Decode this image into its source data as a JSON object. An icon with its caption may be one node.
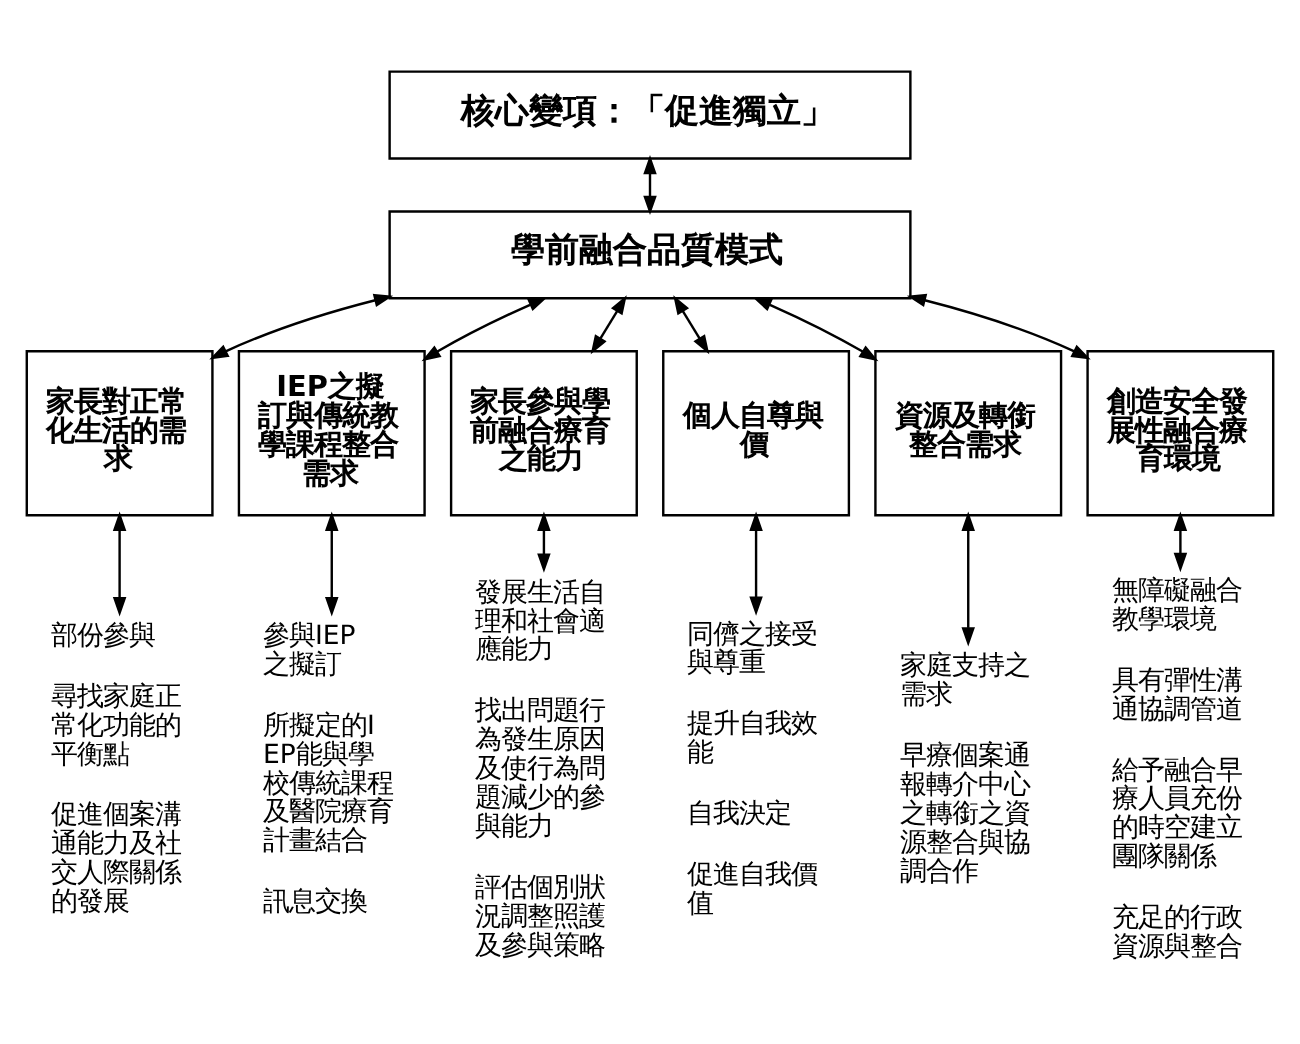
{
  "diagram": {
    "nodes": [
      {
        "text": [
          "核心變項：「促進獨立」"
        ]
      },
      {
        "text": [
          "學前融合品質模式"
        ]
      },
      {
        "text": [
          "家長對正常化生活的需求"
        ]
      },
      {
        "text": [
          "IEP之擬訂與傳統教學課程整合需求"
        ]
      },
      {
        "text": [
          "家長參與學前融合療育之能力"
        ]
      },
      {
        "text": [
          "個人自尊與價"
        ]
      },
      {
        "text": [
          "資源及轉銜整合需求"
        ]
      },
      {
        "text": [
          "創造安全發展性融合療育環境"
        ]
      },
      {
        "text": [
          "部份參與",
          "尋找家庭正常化功能的平衡點",
          "促進個案溝通能力及社交人際關係的發展"
        ]
      },
      {
        "text": [
          "參與IEP之擬訂",
          "所擬定的IEP能與學校傳統課程及醫院療育計畫結合",
          "訊息交換"
        ]
      },
      {
        "text": [
          "發展生活自理和社會適應能力",
          "找出問題行為發生原因及使行為問題減少的參與能力",
          "評估個別狀況調整照護及參與策略"
        ]
      },
      {
        "text": [
          "同儕之接受與尊重",
          "提升自我效能",
          "自我決定",
          "促進自我價值"
        ]
      },
      {
        "text": [
          "家庭支持之需求",
          "早療個案通報轉介中心之轉銜之資源整合與協調合作"
        ]
      },
      {
        "text": [
          "無障礙融合教學環境",
          "具有彈性溝通協調管道",
          "給予融合早療人員充份的時空建立團隊關係",
          "充足的行政資源與整合"
        ]
      }
    ],
    "edges": [
      {
        "from": 0,
        "to": 1,
        "arrow": "both"
      },
      {
        "from": 1,
        "to": 2,
        "arrow": "both"
      },
      {
        "from": 1,
        "to": 3,
        "arrow": "both"
      },
      {
        "from": 1,
        "to": 4,
        "arrow": "both"
      },
      {
        "from": 1,
        "to": 5,
        "arrow": "both"
      },
      {
        "from": 1,
        "to": 6,
        "arrow": "both"
      },
      {
        "from": 1,
        "to": 7,
        "arrow": "both"
      },
      {
        "from": 2,
        "to": 8,
        "arrow": "both"
      },
      {
        "from": 3,
        "to": 9,
        "arrow": "both"
      },
      {
        "from": 4,
        "to": 10,
        "arrow": "both"
      },
      {
        "from": 5,
        "to": 11,
        "arrow": "both"
      },
      {
        "from": 6,
        "to": 12,
        "arrow": "both"
      },
      {
        "from": 7,
        "to": 13,
        "arrow": "both"
      }
    ]
  }
}
